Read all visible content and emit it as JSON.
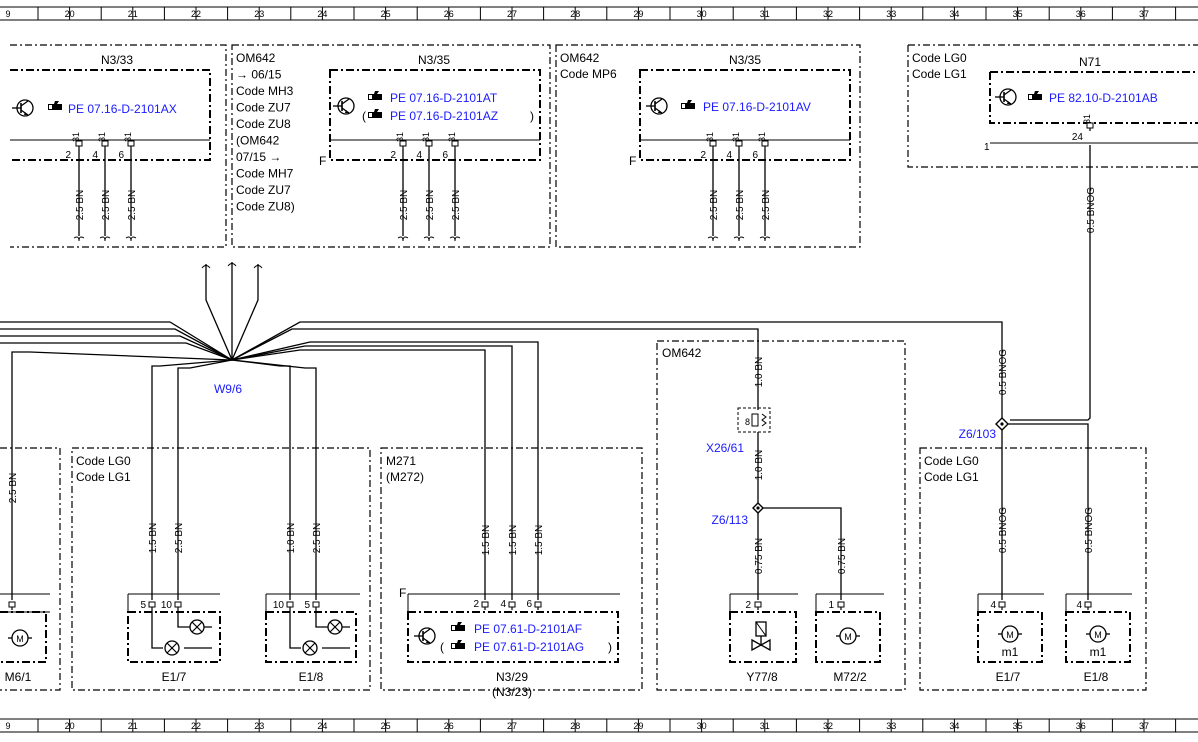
{
  "ruler": {
    "numbers": [
      "9",
      "20",
      "21",
      "22",
      "23",
      "24",
      "25",
      "26",
      "27",
      "28",
      "29",
      "30",
      "31",
      "32",
      "33",
      "34",
      "35",
      "36",
      "37"
    ]
  },
  "boxes": {
    "n3_33": {
      "title": "N3/33",
      "link": "PE 07.16-D-2101AX",
      "pins": [
        "2",
        "4",
        "6"
      ],
      "pin_top": [
        "31",
        "31",
        "31"
      ],
      "wires": [
        "2.5 BN",
        "2.5 BN",
        "2.5 BN"
      ]
    },
    "om642_a": {
      "lines": [
        "OM642",
        "→ 06/15",
        "Code MH3",
        "Code ZU7",
        "Code ZU8",
        "(OM642",
        "07/15 →",
        "Code MH7",
        "Code ZU7",
        "Code ZU8)"
      ]
    },
    "n3_35_a": {
      "title": "N3/35",
      "link1": "PE 07.16-D-2101AT",
      "link2": "PE 07.16-D-2101AZ",
      "paren_open": "(",
      "paren_close": ")",
      "f": "F",
      "pins": [
        "2",
        "4",
        "6"
      ],
      "pin_top": [
        "31",
        "31",
        "31"
      ],
      "wires": [
        "2.5 BN",
        "2.5 BN",
        "2.5 BN"
      ]
    },
    "om642_b": {
      "lines": [
        "OM642",
        "Code MP6"
      ]
    },
    "n3_35_b": {
      "title": "N3/35",
      "link": "PE 07.16-D-2101AV",
      "f": "F",
      "pins": [
        "2",
        "4",
        "6"
      ],
      "pin_top": [
        "31",
        "31",
        "31"
      ],
      "wires": [
        "2.5 BN",
        "2.5 BN",
        "2.5 BN"
      ]
    },
    "n71": {
      "codes": [
        "Code LG0",
        "Code LG1"
      ],
      "title": "N71",
      "link": "PE 82.10-D-2101AB",
      "pin": "24",
      "pin_top": "31",
      "one": "1",
      "wire": "0.5 BNOG"
    }
  },
  "lower": {
    "w96": "W9/6",
    "left_wire": "2.5 BN",
    "m61": "M6/1",
    "lg_box": {
      "codes": [
        "Code LG0",
        "Code LG1"
      ],
      "wires": [
        "1.5 BN",
        "2.5 BN",
        "1.0 BN",
        "2.5 BN"
      ],
      "e17": {
        "pins": [
          "5",
          "10"
        ],
        "label": "E1/7"
      },
      "e18": {
        "pins": [
          "10",
          "5"
        ],
        "label": "E1/8"
      }
    },
    "m271_box": {
      "codes": [
        "M271",
        "(M272)"
      ],
      "f": "F",
      "pins": [
        "2",
        "4",
        "6"
      ],
      "wires": [
        "1.5 BN",
        "1.5 BN",
        "1.5 BN"
      ],
      "link1": "PE 07.61-D-2101AF",
      "link2": "PE 07.61-D-2101AG",
      "paren_open": "(",
      "paren_close": ")",
      "label": "N3/29",
      "label2": "(N3/23)"
    },
    "om642_box": {
      "title": "OM642",
      "wire_top": "1.0 BN",
      "x26": "X26/61",
      "x26_pin": "8",
      "wire_mid": "1.0 BN",
      "z6_113": "Z6/113",
      "wire_y77": "0.75 BN",
      "wire_m72": "0.75 BN",
      "y77": {
        "pin": "2",
        "label": "Y77/8"
      },
      "m72": {
        "pin": "1",
        "label": "M72/2"
      }
    },
    "right_box": {
      "z6_103": "Z6/103",
      "wire_top": "0.5 BNOG",
      "codes": [
        "Code LG0",
        "Code LG1"
      ],
      "wires": [
        "0.5 BNOG",
        "0.5 BNOG"
      ],
      "e17": {
        "pin": "4",
        "m": "m1",
        "label": "E1/7"
      },
      "e18": {
        "pin": "4",
        "m": "m1",
        "label": "E1/8"
      }
    }
  },
  "icons": {
    "motor": "M",
    "transistor": "transistor-icon",
    "pointer": "pointing-hand-icon"
  }
}
